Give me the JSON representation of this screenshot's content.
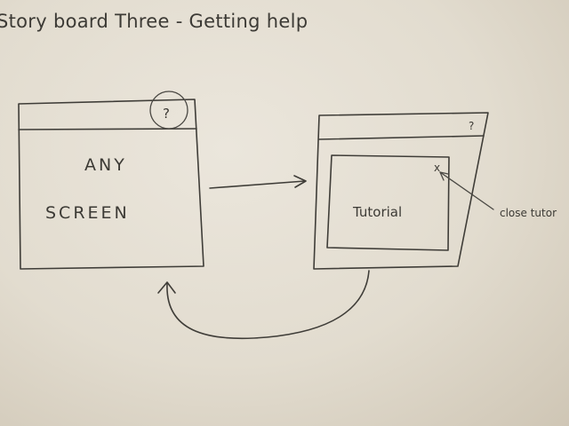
{
  "title": "Story board Three - Getting help",
  "left_screen": {
    "help_glyph": "?",
    "line1": "ANY",
    "line2": "SCREEN"
  },
  "right_screen": {
    "help_glyph": "?",
    "tutorial_label": "Tutorial",
    "close_glyph": "x"
  },
  "annotation": "close tutor"
}
